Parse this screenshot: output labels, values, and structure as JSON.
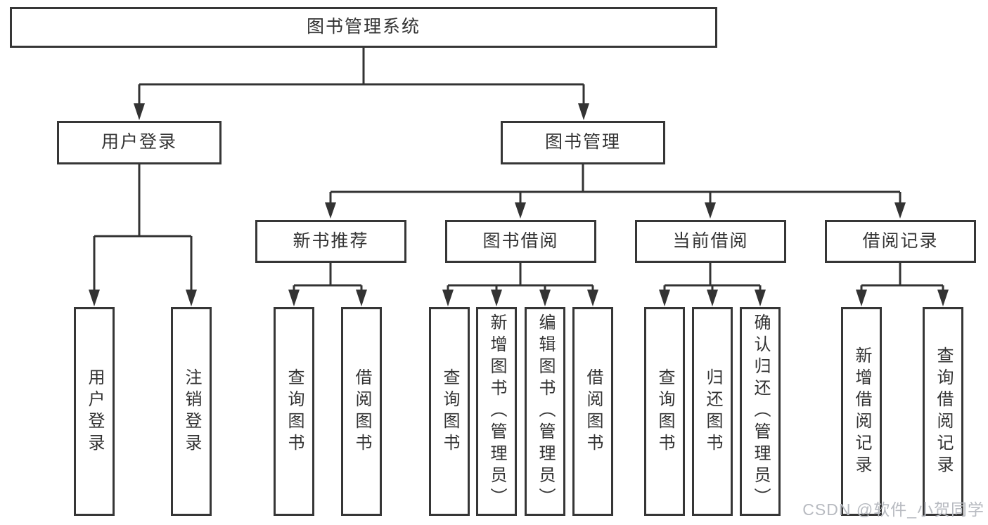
{
  "diagram": {
    "root": {
      "label": "图书管理系统"
    },
    "branches": [
      {
        "label": "用户登录",
        "children": [
          {
            "label": "用户登录"
          },
          {
            "label": "注销登录"
          }
        ]
      },
      {
        "label": "图书管理",
        "children": [
          {
            "label": "新书推荐",
            "children": [
              {
                "label": "查询图书"
              },
              {
                "label": "借阅图书"
              }
            ]
          },
          {
            "label": "图书借阅",
            "children": [
              {
                "label": "查询图书"
              },
              {
                "label": "新增图书（管理员）"
              },
              {
                "label": "编辑图书（管理员）"
              },
              {
                "label": "借阅图书"
              }
            ]
          },
          {
            "label": "当前借阅",
            "children": [
              {
                "label": "查询图书"
              },
              {
                "label": "归还图书"
              },
              {
                "label": "确认归还（管理员）"
              }
            ]
          },
          {
            "label": "借阅记录",
            "children": [
              {
                "label": "新增借阅记录"
              },
              {
                "label": "查询借阅记录"
              }
            ]
          }
        ]
      }
    ],
    "line_color": "#333333",
    "watermark": "CSDN @软件_小贺同学"
  }
}
